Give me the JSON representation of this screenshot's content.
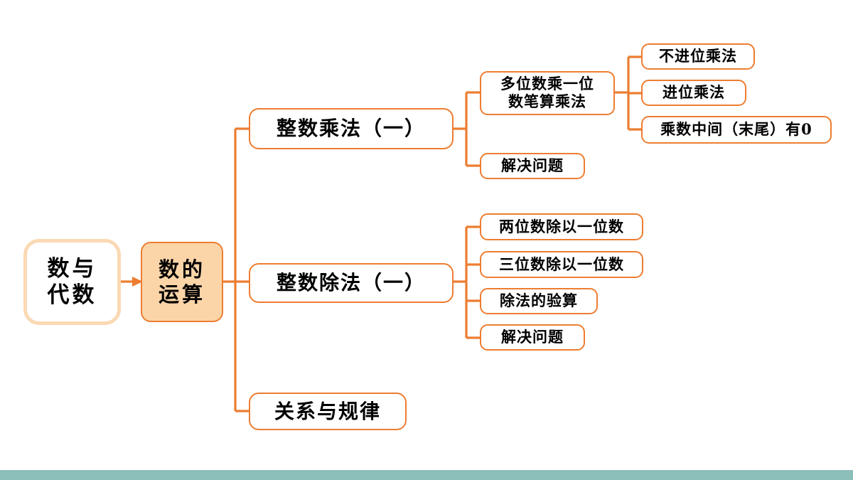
{
  "page": {
    "title": "数与代数 — 数的运算 思维导图",
    "background": "#ffffff",
    "accent_color": "#ed7d31",
    "node_fill_color": "#ffffff",
    "root_fill_color": "#fbd5a8",
    "root_border_color": "#fbd9b4",
    "bottom_bar_color": "#8cbfb9"
  },
  "nodes": {
    "root_subject": "数与\n代数",
    "root_topic": "数的\n运算",
    "branch_multiplication": "整数乘法（一）",
    "branch_division": "整数除法（一）",
    "branch_relations": "关系与规律",
    "mul_written": "多位数乘一位\n数笔算乘法",
    "mul_solve": "解决问题",
    "mul_no_carry": "不进位乘法",
    "mul_carry": "进位乘法",
    "mul_zero": "乘数中间（末尾）有0",
    "div_two_digit": "两位数除以一位数",
    "div_three_digit": "三位数除以一位数",
    "div_check": "除法的验算",
    "div_solve": "解决问题"
  },
  "chart_data": {
    "type": "diagram",
    "diagram_kind": "mind-map",
    "orientation": "left-to-right",
    "title": "数与代数 / 数的运算",
    "root": {
      "label": "数与代数",
      "children": [
        {
          "label": "数的运算",
          "children": [
            {
              "label": "整数乘法（一）",
              "children": [
                {
                  "label": "多位数乘一位数笔算乘法",
                  "children": [
                    {
                      "label": "不进位乘法"
                    },
                    {
                      "label": "进位乘法"
                    },
                    {
                      "label": "乘数中间（末尾）有0"
                    }
                  ]
                },
                {
                  "label": "解决问题"
                }
              ]
            },
            {
              "label": "整数除法（一）",
              "children": [
                {
                  "label": "两位数除以一位数"
                },
                {
                  "label": "三位数除以一位数"
                },
                {
                  "label": "除法的验算"
                },
                {
                  "label": "解决问题"
                }
              ]
            },
            {
              "label": "关系与规律"
            }
          ]
        }
      ]
    },
    "node_count": 14,
    "depth": 5,
    "edge_style": "orthogonal-elbow",
    "edge_color": "#ed7d31"
  }
}
